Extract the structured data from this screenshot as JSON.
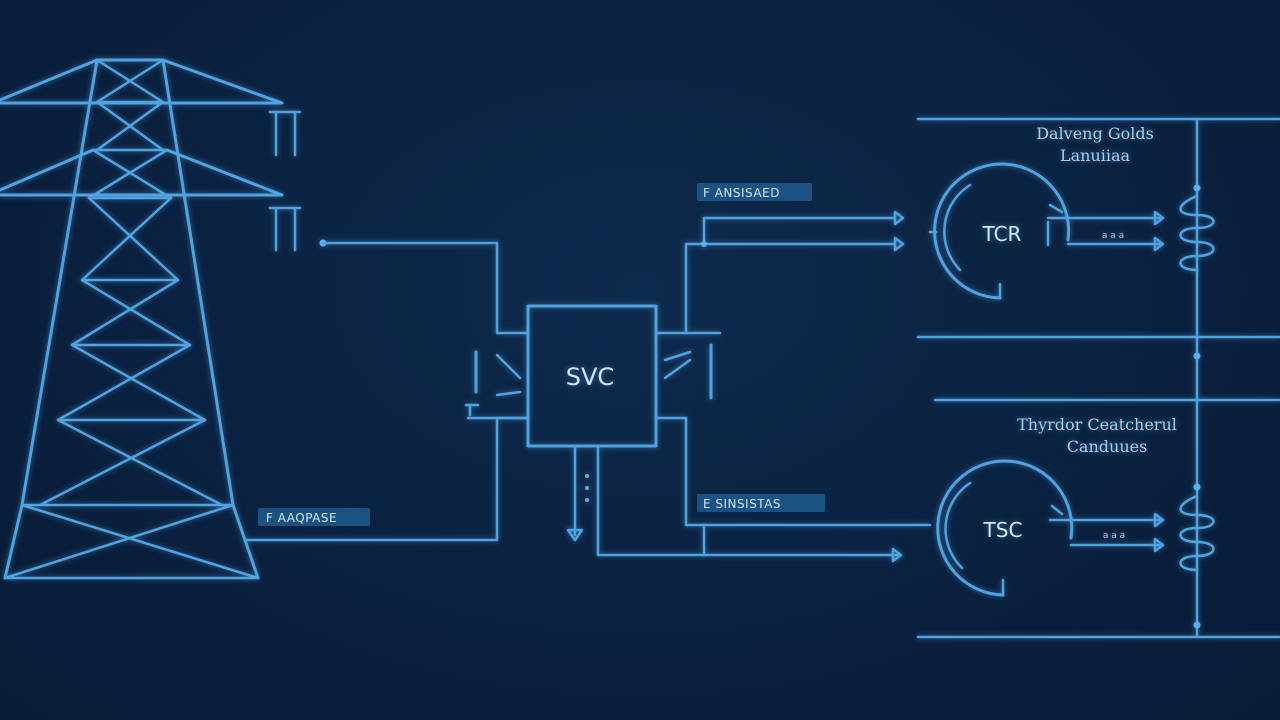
{
  "diagram": {
    "center_block": {
      "label": "SVC"
    },
    "top_component": {
      "label": "TCR",
      "heading_line1": "Dalveng Golds",
      "heading_line2": "Lanuiiaa",
      "small_label": "a a a"
    },
    "bottom_component": {
      "label": "TSC",
      "heading_line1": "Thyrdor Ceatcherul",
      "heading_line2": "Canduues",
      "small_label": "a a a"
    },
    "tags": {
      "left_tag": "F AAQPASE",
      "upper_tag": "F ANSISAED",
      "lower_tag": "E SINSISTAS"
    },
    "colors": {
      "background": "#0b2240",
      "line": "#4fa3e0",
      "text": "#cfe4f6",
      "tag_fill": "#1d5a8e"
    }
  }
}
